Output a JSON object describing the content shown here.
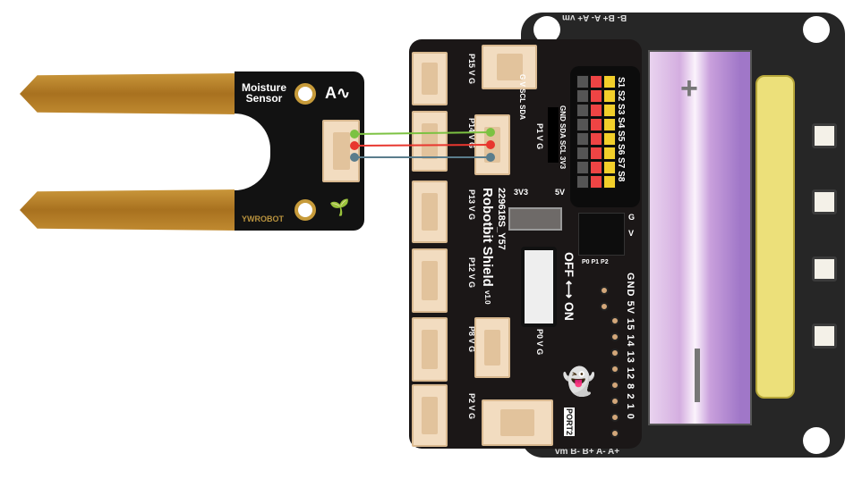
{
  "sensor": {
    "title_line1": "Moisture",
    "title_line2": "Sensor",
    "analog_mark": "A∿",
    "brand": "YWROBOT",
    "icon": "plant-water-icon"
  },
  "wires": [
    {
      "signal": "signal",
      "color": "#7cc242"
    },
    {
      "signal": "vcc",
      "color": "#e8372f"
    },
    {
      "signal": "gnd",
      "color": "#5a7d8c"
    }
  ],
  "shield": {
    "name": "Robotbit Shield",
    "version": "v1.0",
    "serial": "229618S_Y57",
    "left_ports": [
      "P15 V G",
      "P14 V G",
      "P13 V G",
      "P12 V G",
      "P8 V G",
      "P2 V G"
    ],
    "top_port_pins": [
      "G",
      "V",
      "SCL",
      "SDA"
    ],
    "p1_port": [
      "P1",
      "V",
      "G"
    ],
    "p0_port": [
      "P0",
      "V",
      "G"
    ],
    "i2c_header": "GND SDA SCL 3V3",
    "servo_labels": "S1 S2 S3 S4 S5 S6 S7 S8",
    "power_select": {
      "left": "3V3",
      "right": "5V"
    },
    "switch_label": "OFF ⟷ ON",
    "gv_labels": [
      "G",
      "V"
    ],
    "p_labels": [
      "P0",
      "P1",
      "P2"
    ],
    "edge_pins": "GND 5V 15 14 13 12 8 2 1 0",
    "port2": "PORT2",
    "motor_top": "B- B+ A- A+ vm",
    "motor_bottom": "vm B- B+ A- A+"
  },
  "servo_colors": {
    "gnd": "#555555",
    "vcc": "#ee4444",
    "sig": "#f2cf2a"
  }
}
